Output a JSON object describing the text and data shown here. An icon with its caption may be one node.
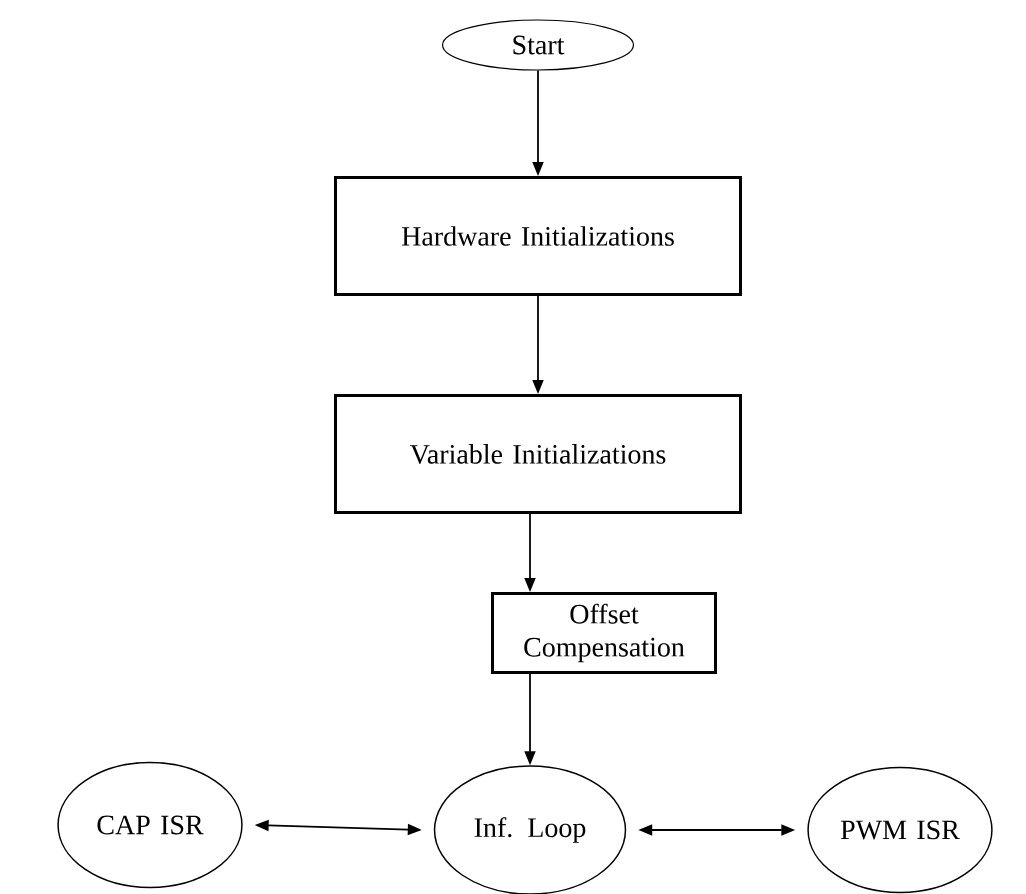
{
  "diagram": {
    "nodes": [
      {
        "text": [
          "Start"
        ]
      },
      {
        "text": [
          "Hardware Initializations"
        ]
      },
      {
        "text": [
          "Variable Initializations"
        ]
      },
      {
        "text": [
          "Offset Compensation"
        ]
      },
      {
        "text": [
          "Inf. Loop"
        ]
      },
      {
        "text": [
          "CAP ISR"
        ]
      },
      {
        "text": [
          "PWM ISR"
        ]
      }
    ],
    "edges": [
      {
        "from": 0,
        "to": 1,
        "arrow": "to"
      },
      {
        "from": 1,
        "to": 2,
        "arrow": "to"
      },
      {
        "from": 2,
        "to": 3,
        "arrow": "to"
      },
      {
        "from": 3,
        "to": 4,
        "arrow": "to"
      },
      {
        "from": 5,
        "to": 4,
        "arrow": "both"
      },
      {
        "from": 4,
        "to": 6,
        "arrow": "both"
      }
    ]
  }
}
